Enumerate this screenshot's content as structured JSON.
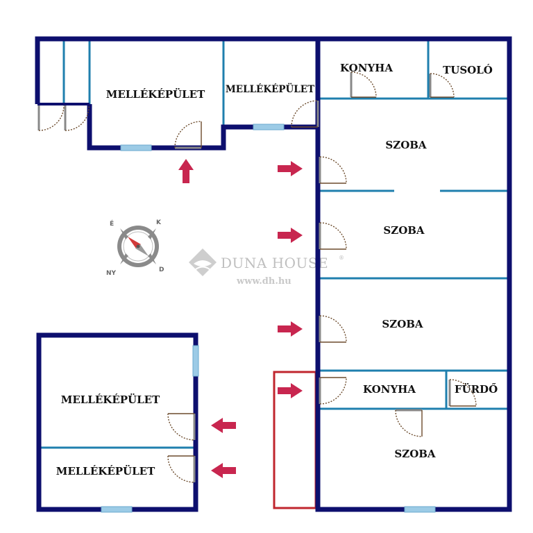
{
  "plan": {
    "rooms": {
      "mellek_top_left": "MELLÉKÉPÜLET",
      "mellek_top_mid": "MELLÉKÉPÜLET",
      "konyha_top": "KONYHA",
      "tusolo": "TUSOLÓ",
      "szoba_1": "SZOBA",
      "szoba_2": "SZOBA",
      "szoba_3": "SZOBA",
      "konyha_lower": "KONYHA",
      "furdo": "FÜRDŐ",
      "szoba_4": "SZOBA",
      "mellek_bottom_upper": "MELLÉKÉPÜLET",
      "mellek_bottom_lower": "MELLÉKÉPÜLET"
    }
  },
  "watermark": {
    "brand": "DUNA HOUSE",
    "registered": "®",
    "url": "www.dh.hu"
  },
  "compass": {
    "north": "É",
    "east": "K",
    "south": "D",
    "west": "NY"
  },
  "colors": {
    "wall": "#0d0f6e",
    "inner_wall": "#1f7fae",
    "window": "#9ccbe6",
    "arrow": "#c8264f",
    "terrace": "#c0262e",
    "door": "#6b4a2b"
  },
  "icons": {
    "entry_arrow": "arrow-icon",
    "compass": "compass-icon",
    "logo": "duna-house-logo-icon"
  }
}
